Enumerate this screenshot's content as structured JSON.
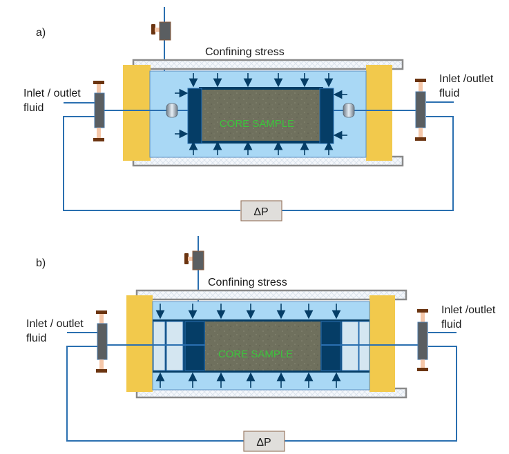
{
  "panels": [
    {
      "id": "a",
      "label": "a)",
      "confining_label": "Confining stress",
      "core_label": "CORE SAMPLE",
      "left_port_label": [
        "Inlet / outlet",
        "fluid"
      ],
      "right_port_label": [
        "Inlet /outlet",
        "fluid"
      ],
      "dp_label": "ΔP",
      "end_piece": "spring"
    },
    {
      "id": "b",
      "label": "b)",
      "confining_label": "Confining stress",
      "core_label": "CORE SAMPLE",
      "left_port_label": [
        "Inlet / outlet",
        "fluid"
      ],
      "right_port_label": [
        "Inlet /outlet",
        "fluid"
      ],
      "dp_label": "ΔP",
      "end_piece": "spacers"
    }
  ],
  "colors": {
    "pipe": "#2a6fb0",
    "fluid": "#a9d8f5",
    "end_cap": "#f2c94c",
    "platen": "#053d66",
    "housing": "#8a8a8a",
    "valve_body": "#5a5e61",
    "valve_handle": "#6b3410",
    "core": "#6e6e5c",
    "core_text": "#3cc43c",
    "spacer": "#d4e6f1",
    "dp_box": "#e0dedb"
  }
}
